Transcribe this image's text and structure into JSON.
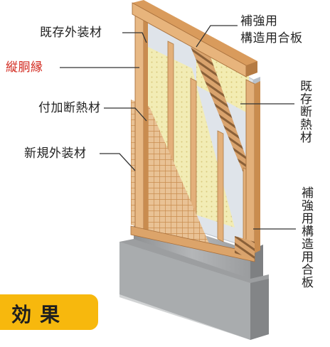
{
  "labels": {
    "existing_exterior": "既存外装材",
    "furring": "縦胴縁",
    "added_insulation": "付加断熱材",
    "new_exterior": "新規外装材",
    "structural_plywood_top_line1": "補強用",
    "structural_plywood_top_line2": "構造用合板",
    "existing_insulation": "既存断熱材",
    "structural_plywood_bottom": "補強用構造用合板"
  },
  "badge": {
    "text": "効果"
  },
  "colors": {
    "wood": "#e3b07a",
    "wood_dark": "#c98c4f",
    "board": "#dce2ea",
    "insulation": "#f3ecb2",
    "foundation": "#a9abad",
    "badge": "#f7b80d",
    "accent_red": "#d2281e"
  }
}
